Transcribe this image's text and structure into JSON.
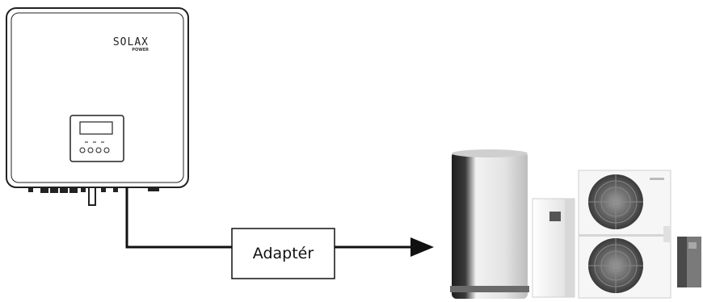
{
  "inverter": {
    "brand": "SOLAX",
    "brand_sub": "POWER"
  },
  "adapter": {
    "label": "Adaptér"
  },
  "colors": {
    "line": "#111111",
    "tank_dark": "#2a2a2a",
    "tank_light": "#e6e6e6",
    "unit_body": "#f4f4f4"
  },
  "icons": [
    "solax-inverter-icon",
    "hot-water-tank-icon",
    "indoor-unit-icon",
    "heat-pump-outdoor-unit-icon",
    "small-grey-unit-icon"
  ]
}
